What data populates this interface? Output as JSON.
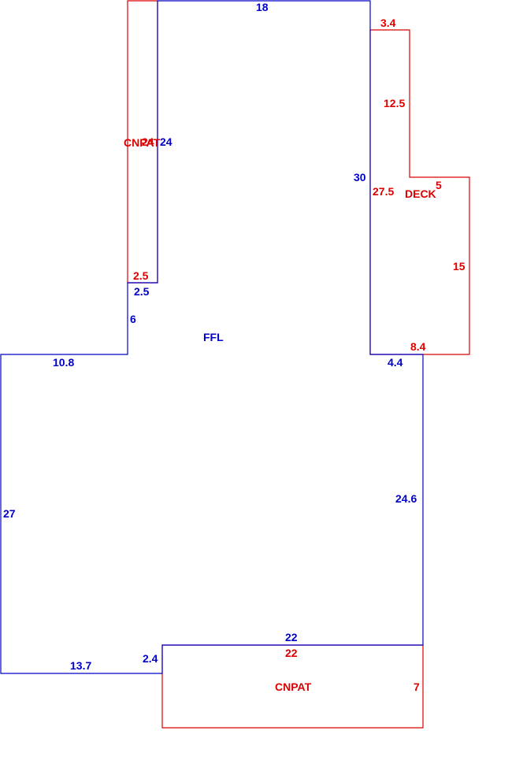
{
  "colors": {
    "main": "#0000c8",
    "addition": "#dc0000"
  },
  "areas": {
    "main": "FFL",
    "carport_left": "CNPAT",
    "deck": "DECK",
    "carport_bottom": "CNPAT"
  },
  "main_dims": {
    "top": "18",
    "right_upper": "30",
    "right_step": "4.4",
    "right_lower": "24.6",
    "bottom_notch_right": "22",
    "notch_height": "2.4",
    "bottom_left": "13.7",
    "left": "27",
    "left_step": "10.8",
    "inner_vertical": "6",
    "inner_step": "2.5",
    "strip_height": "24"
  },
  "carport_left_dims": {
    "height": "24",
    "width": "2.5"
  },
  "deck_dims": {
    "top": "3.4",
    "upper_height": "12.5",
    "step": "5",
    "lower_height": "15",
    "bottom": "8.4",
    "inner_height": "27.5"
  },
  "carport_bottom_dims": {
    "top": "22",
    "height": "7"
  }
}
